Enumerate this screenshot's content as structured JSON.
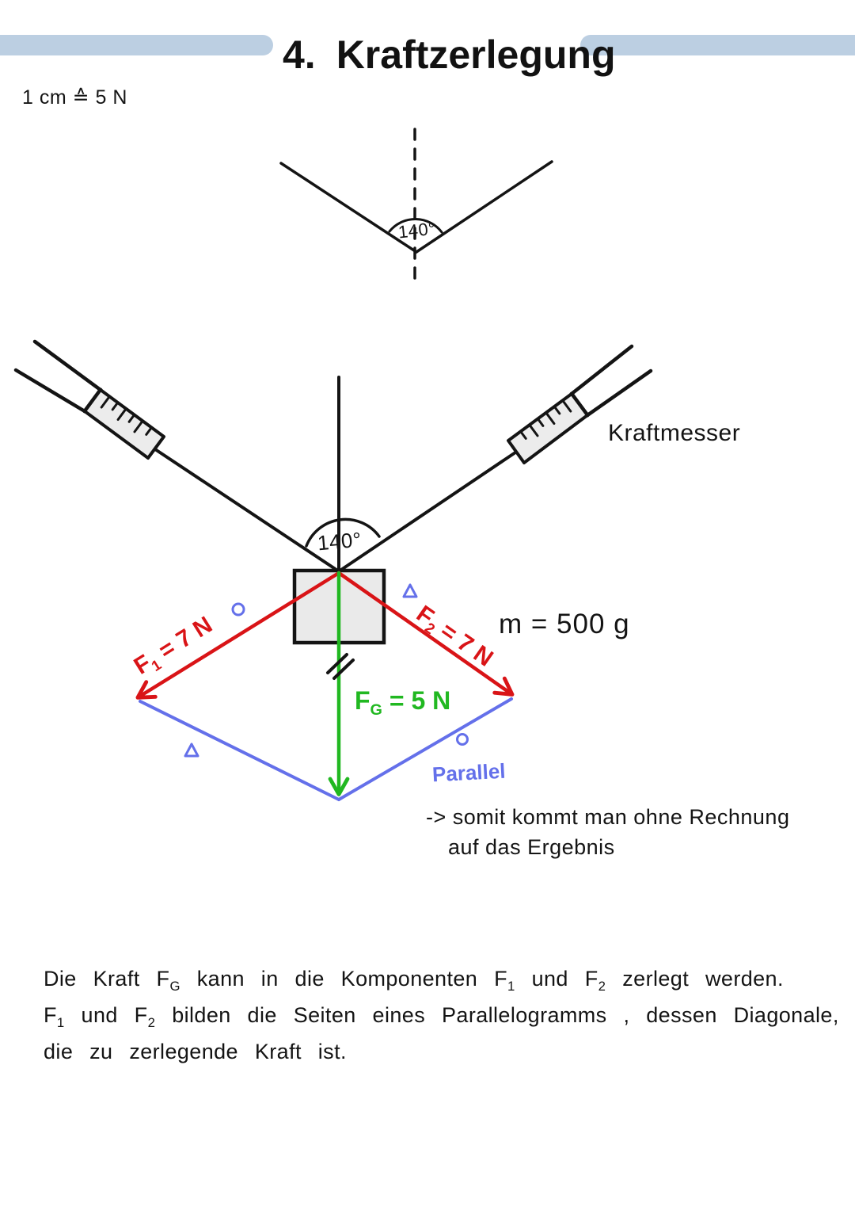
{
  "colors": {
    "highlight_blue": "#bccfe2",
    "force_red": "#d91417",
    "force_green": "#21b821",
    "construction_blue": "#6470ea",
    "ink_black": "#141414",
    "block_gray": "#eaeaea"
  },
  "header": {
    "title_number": "4.",
    "title_text": "Kraftzerlegung",
    "scale_note": "1 cm ≙ 5 N"
  },
  "top_diagram": {
    "angle_label": "140°"
  },
  "main_diagram": {
    "angle_label": "140°",
    "kraftmesser_label": "Kraftmesser",
    "mass_label": "m = 500 g",
    "f1_segments": [
      {
        "t": "F"
      },
      {
        "s": "1"
      },
      {
        "t": " = 7 N"
      }
    ],
    "f2_segments": [
      {
        "t": "F"
      },
      {
        "s": "2"
      },
      {
        "t": " = 7 N"
      }
    ],
    "fg_segments": [
      {
        "t": "F"
      },
      {
        "s": "G"
      },
      {
        "t": " = 5 N"
      }
    ],
    "parallel_label": "Parallel",
    "conclusion_line1": "-> somit kommt man ohne Rechnung",
    "conclusion_line2": "auf das Ergebnis"
  },
  "paragraph": {
    "line1_segments": [
      {
        "t": "Die Kraft F"
      },
      {
        "s": "G"
      },
      {
        "t": " kann in die Komponenten F"
      },
      {
        "s": "1"
      },
      {
        "t": " und F"
      },
      {
        "s": "2"
      },
      {
        "t": " zerlegt werden."
      }
    ],
    "line2_segments": [
      {
        "t": "F"
      },
      {
        "s": "1"
      },
      {
        "t": " und F"
      },
      {
        "s": "2"
      },
      {
        "t": " bilden die Seiten eines Parallelogramms , dessen Diagonale,"
      }
    ],
    "line3_segments": [
      {
        "t": "die zu zerlegende Kraft ist."
      }
    ]
  }
}
